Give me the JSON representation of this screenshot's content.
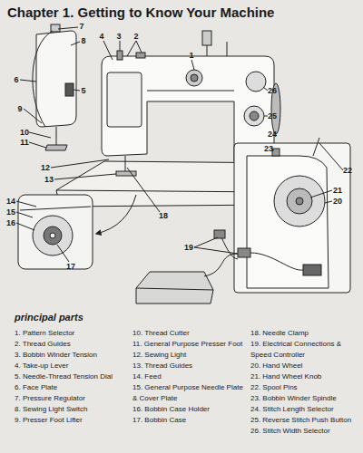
{
  "diagram": {
    "title": "Chapter 1. Getting to Know Your Machine",
    "labels": [
      "principal parts",
      "7",
      "8",
      "6",
      "5",
      "9",
      "10",
      "11",
      "4",
      "3",
      "2",
      "1",
      "26",
      "25",
      "24",
      "12",
      "13",
      "18",
      "14",
      "15",
      "16",
      "17",
      "23",
      "22",
      "21",
      "20",
      "19",
      "1. Pattern Selector",
      "2. Thread Guides",
      "3. Bobbin Winder Tension",
      "4. Take-up Lever",
      "5. Needle-Thread Tension Dial",
      "6. Face Plate",
      "7. Pressure Regulator",
      "8. Sewing Light Switch",
      "9. Presser Foot Lifter",
      "10. Thread Cutter",
      "11. General Purpose Presser Foot",
      "12. Sewing Light",
      "13. Thread Guides",
      "14. Feed",
      "15. General Purpose Needle Plate & Cover Plate",
      "16. Bobbin Case Holder",
      "17. Bobbin Case",
      "18. Needle Clamp",
      "19. Electrical Connections & Speed Controller",
      "20. Hand Wheel",
      "21. Hand Wheel Knob",
      "22. Spool Pins",
      "23. Bobbin Winder Spindle",
      "24. Stitch Length Selector",
      "25. Reverse Stitch Push Button",
      "26. Stitch Width Selector"
    ]
  }
}
